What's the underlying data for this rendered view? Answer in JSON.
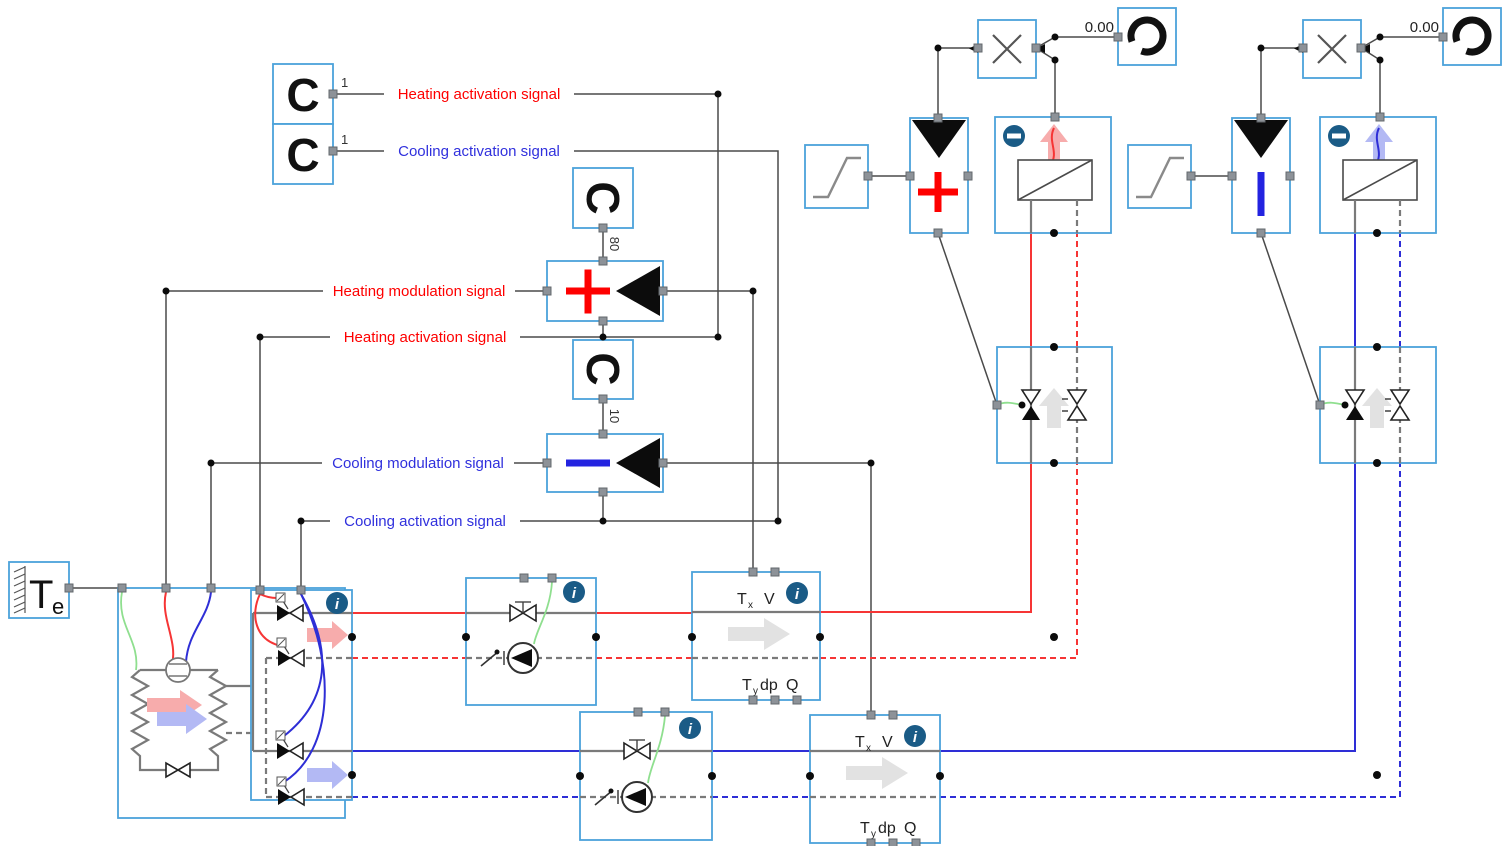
{
  "colors": {
    "block_border": "#4ba2da",
    "heating": "#fe0000",
    "cooling": "#3030dd",
    "signal_wire": "#4a4a4a",
    "info_badge": "#1a5b86",
    "green_control": "#8fdf8f"
  },
  "signal_labels": {
    "heating_activation": "Heating activation signal",
    "cooling_activation": "Cooling activation signal",
    "heating_modulation": "Heating modulation signal",
    "cooling_modulation": "Cooling modulation signal"
  },
  "constant_blocks": {
    "glyph": "C",
    "heating_activation_value": "1",
    "cooling_activation_value": "1",
    "heating_setpoint": "80",
    "cooling_setpoint": "10"
  },
  "feedback_blocks": {
    "heating_loop_value": "0.00",
    "cooling_loop_value": "0.00"
  },
  "sensor_block": {
    "main": "T",
    "sub": "e"
  },
  "measurement_block": {
    "top_temp": "T",
    "top_temp_sub": "x",
    "top_flow": "V",
    "bottom_temp": "T",
    "bottom_temp_sub": "y",
    "bottom_dp": "dp",
    "bottom_q": "Q"
  },
  "icons": {
    "info": "i"
  }
}
